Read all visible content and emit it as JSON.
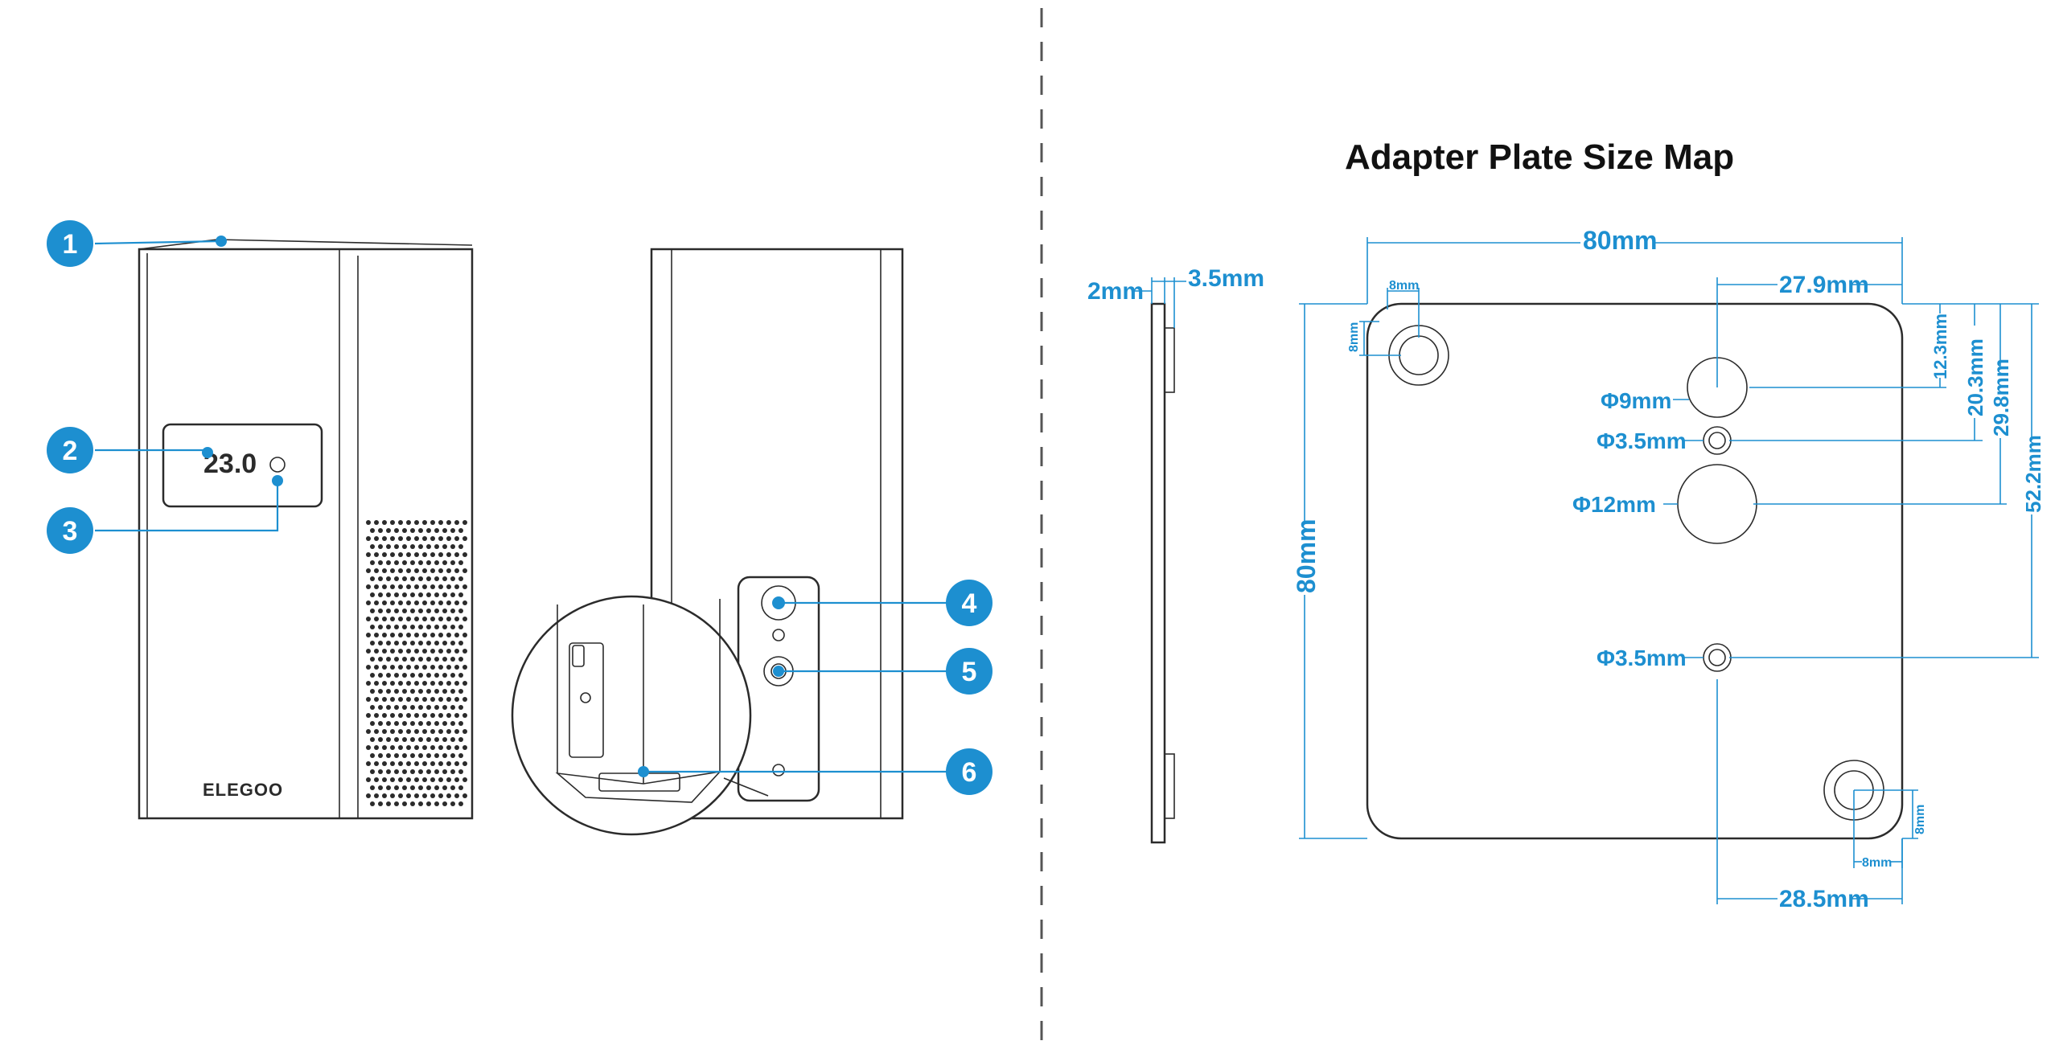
{
  "left_panel": {
    "display_value": "23.0",
    "brand": "ELEGOO",
    "callouts": [
      "1",
      "2",
      "3",
      "4",
      "5",
      "6"
    ]
  },
  "right_panel": {
    "title": "Adapter Plate Size Map",
    "side_view": {
      "thickness_label": "2mm",
      "total_thickness_label": "3.5mm"
    },
    "plate": {
      "width_label": "80mm",
      "height_label": "80mm",
      "hole_offset_top_label": "27.9mm",
      "hole_offset_bottom_label": "28.5mm",
      "corner_x_label": "8mm",
      "corner_y_label": "8mm",
      "corner_x_label_br": "8mm",
      "corner_y_label_br": "8mm",
      "v_dim_1": "12.3mm",
      "v_dim_2": "20.3mm",
      "v_dim_3": "29.8mm",
      "v_dim_4": "52.2mm",
      "hole_labels": [
        "Φ9mm",
        "Φ3.5mm",
        "Φ12mm",
        "Φ3.5mm"
      ]
    }
  },
  "colors": {
    "accent": "#1d8fd0",
    "line": "#2b2b2b"
  }
}
